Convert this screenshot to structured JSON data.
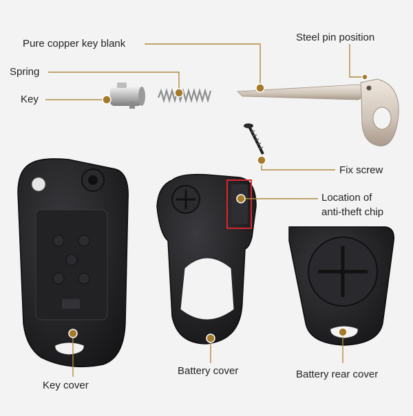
{
  "diagram": {
    "labels": {
      "key_blank": "Pure copper key blank",
      "spring": "Spring",
      "key": "Key",
      "steel_pin": "Steel pin position",
      "fix_screw": "Fix screw",
      "chip_line1": "Location of",
      "chip_line2": "anti-theft chip",
      "key_cover": "Key cover",
      "battery_cover": "Battery cover",
      "battery_rear_cover": "Battery rear cover"
    },
    "colors": {
      "leader": "#b08a3e",
      "dot": "#a57a2a",
      "chip_highlight": "#d9262b",
      "plastic": "#1c1c1e",
      "metal": "#c9c9c9",
      "copper_blank": "#d8cfc5"
    }
  }
}
